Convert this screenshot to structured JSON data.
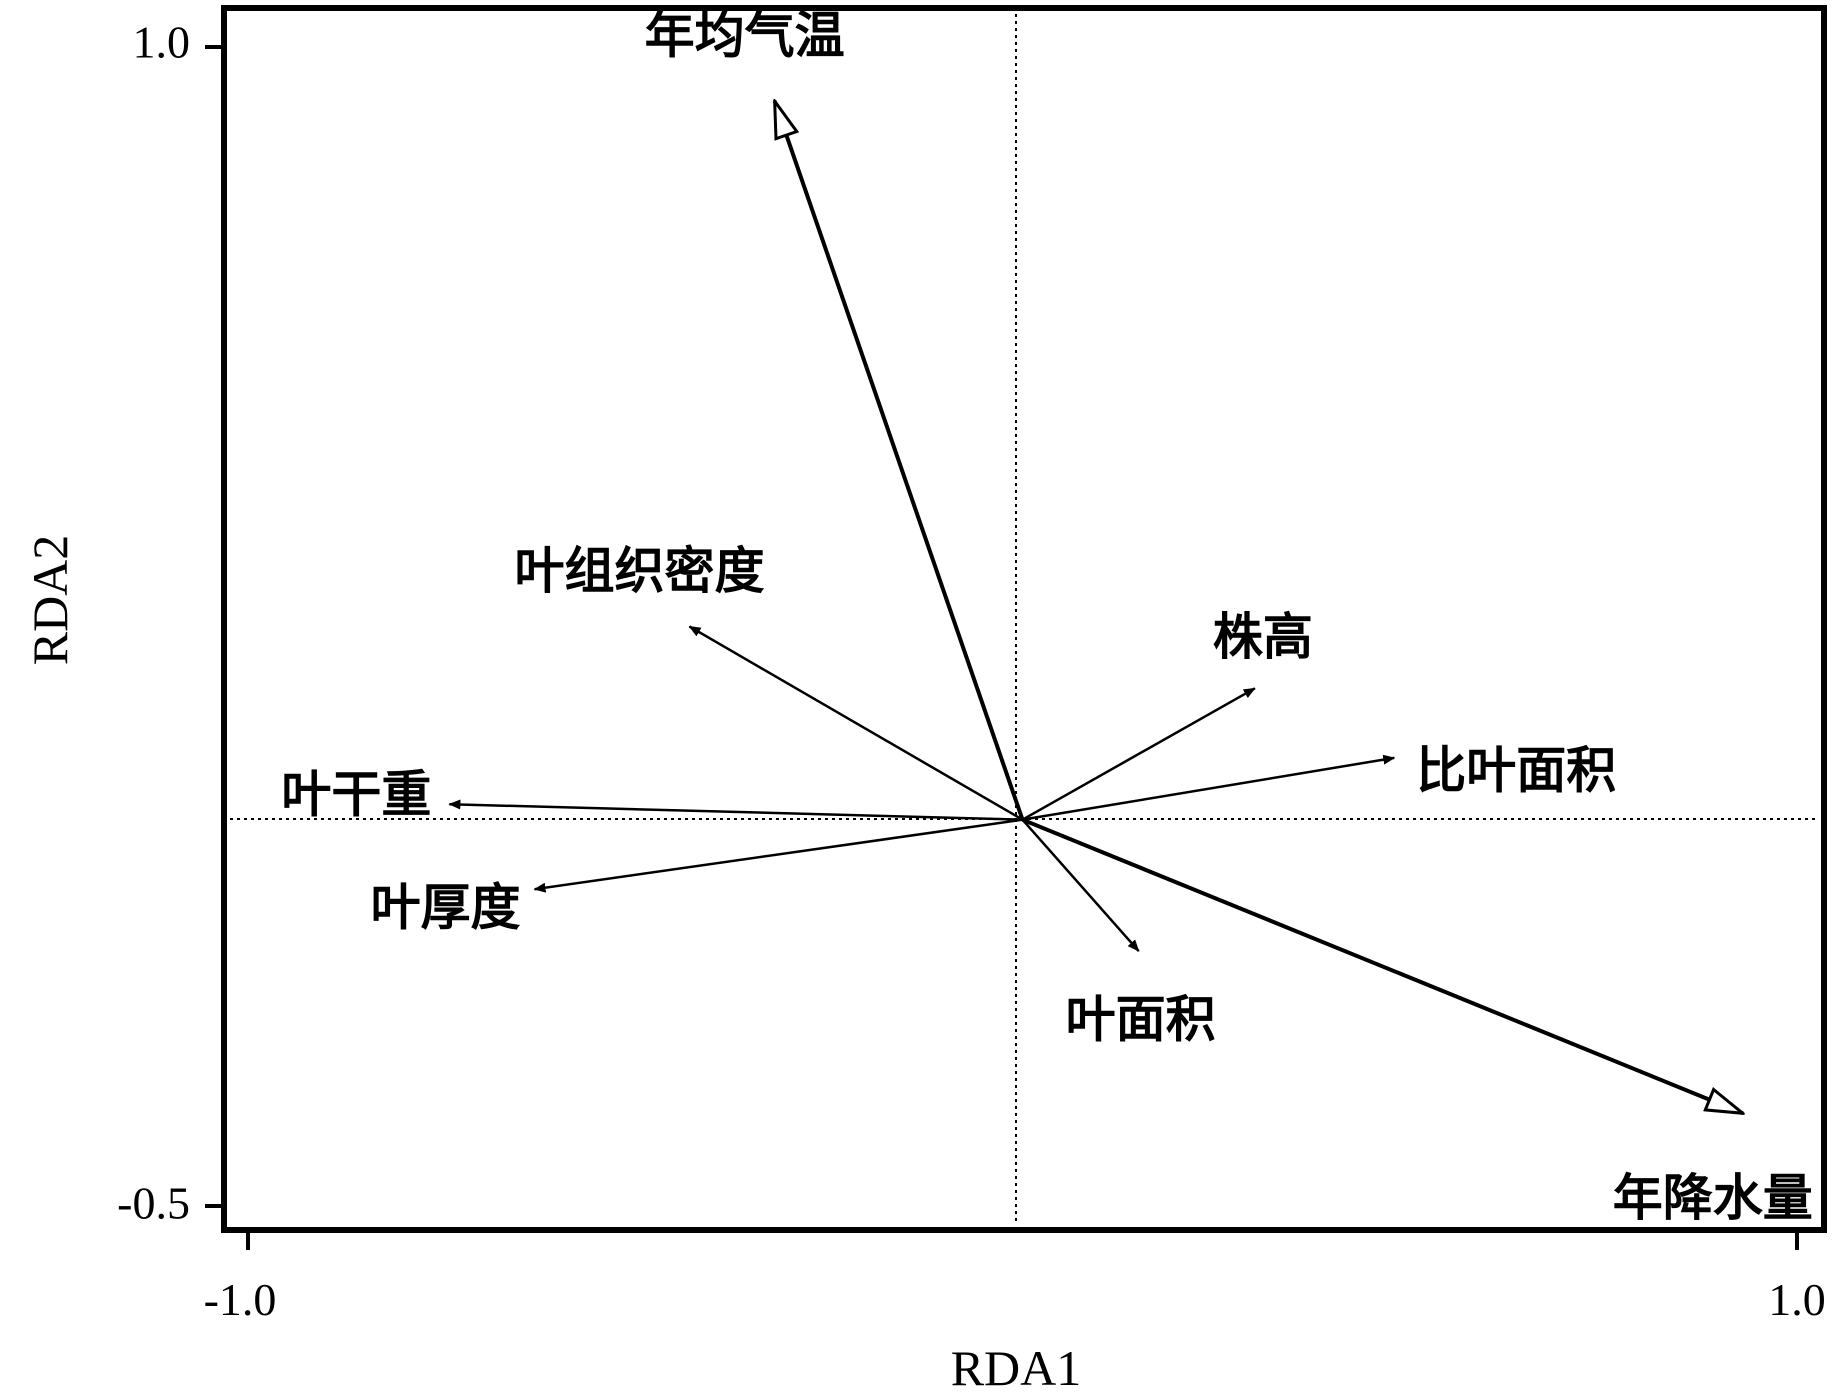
{
  "chart_data": {
    "type": "scatter",
    "subtype": "rda-biplot",
    "xlabel": "RDA1",
    "ylabel": "RDA2",
    "xlim": [
      -1.0,
      1.0
    ],
    "ylim": [
      -0.5,
      1.0
    ],
    "xticks": [
      "-1.0",
      "1.0"
    ],
    "yticks": [
      "1.0",
      "-0.5"
    ],
    "grid": false,
    "reference_lines": "dotted lines at x=0 and y=0",
    "environment_vectors": [
      {
        "label": "年均气温",
        "x": -0.32,
        "y": 0.93
      },
      {
        "label": "年降水量",
        "x": 0.93,
        "y": -0.38
      }
    ],
    "trait_vectors": [
      {
        "label": "叶组织密度",
        "x": -0.43,
        "y": 0.25
      },
      {
        "label": "株高",
        "x": 0.3,
        "y": 0.17
      },
      {
        "label": "比叶面积",
        "x": 0.48,
        "y": 0.08
      },
      {
        "label": "叶干重",
        "x": -0.74,
        "y": 0.02
      },
      {
        "label": "叶厚度",
        "x": -0.63,
        "y": -0.09
      },
      {
        "label": "叶面积",
        "x": 0.15,
        "y": -0.17
      }
    ]
  }
}
